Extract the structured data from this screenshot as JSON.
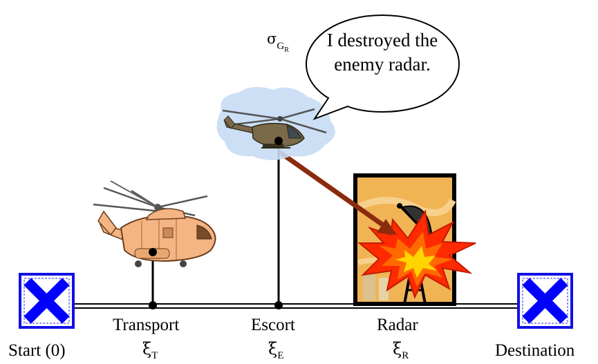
{
  "labels": {
    "start": "Start (0)",
    "transport": "Transport",
    "escort": "Escort",
    "radar": "Radar",
    "destination": "Destination"
  },
  "symbols": {
    "xi": "ξ",
    "transport_sub": "T",
    "escort_sub": "E",
    "radar_sub": "R",
    "sigma": "σ",
    "sigma_sub": "G",
    "sigma_sub_sub": "R"
  },
  "speech_bubble": {
    "line1": "I destroyed the",
    "line2": "enemy radar."
  },
  "colors": {
    "endpoint_fill": "#0000ff",
    "endpoint_border": "#1010e8",
    "arrow": "#8b2b0e",
    "explosion_outer": "#ff2a00",
    "explosion_inner": "#ffd400",
    "radar_bg": "#f0b455",
    "transport_body": "#f4b483",
    "escort_body": "#7a6a4a",
    "cloud": "#c6dcf4"
  },
  "icons": {
    "start": "x-marker-icon",
    "destination": "x-marker-icon",
    "transport": "transport-helicopter-icon",
    "escort": "attack-helicopter-icon",
    "radar": "radar-dish-icon",
    "explosion": "explosion-icon"
  }
}
